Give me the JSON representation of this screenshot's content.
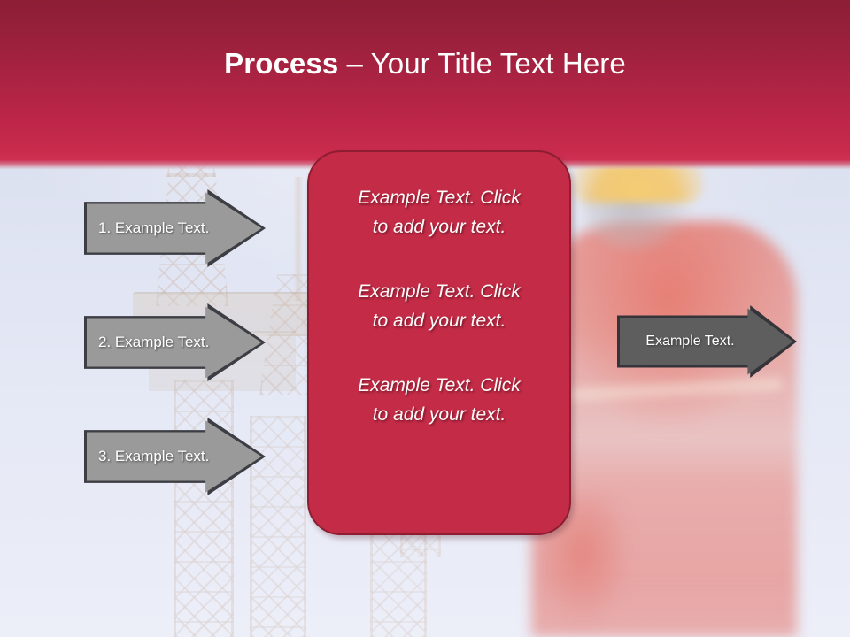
{
  "slide": {
    "title": {
      "bold_part": "Process",
      "rest_part": " – Your Title Text Here",
      "full": "Process – Your Title Text Here"
    },
    "colors": {
      "header_top": "#8C1E36",
      "header_bottom": "#CD3052",
      "panel_red": "#C42B46",
      "panel_border": "#8E1D32",
      "arrow_gray": "#9A9A9A",
      "arrow_gray_border": "#3D3D44",
      "arrow_dark": "#5E5E5E",
      "arrow_dark_border": "#34343A",
      "background": "#E6E9F5",
      "text_white": "#FFFFFF"
    }
  },
  "input_steps": [
    {
      "label": "1.  Example Text."
    },
    {
      "label": "2.  Example Text."
    },
    {
      "label": "3.  Example Text."
    }
  ],
  "center_panel": {
    "paragraphs": [
      "Example Text. Click  to add your text.",
      "Example Text. Click  to add your text.",
      "Example Text. Click  to add your text."
    ]
  },
  "output_step": {
    "label": "Example Text."
  },
  "background_scene": {
    "description": "oil-rig-derricks-and-worker",
    "elements": [
      "drilling-derrick-tower",
      "lattice-support-legs",
      "platform-deck",
      "worker-with-yellow-hard-hat"
    ]
  }
}
